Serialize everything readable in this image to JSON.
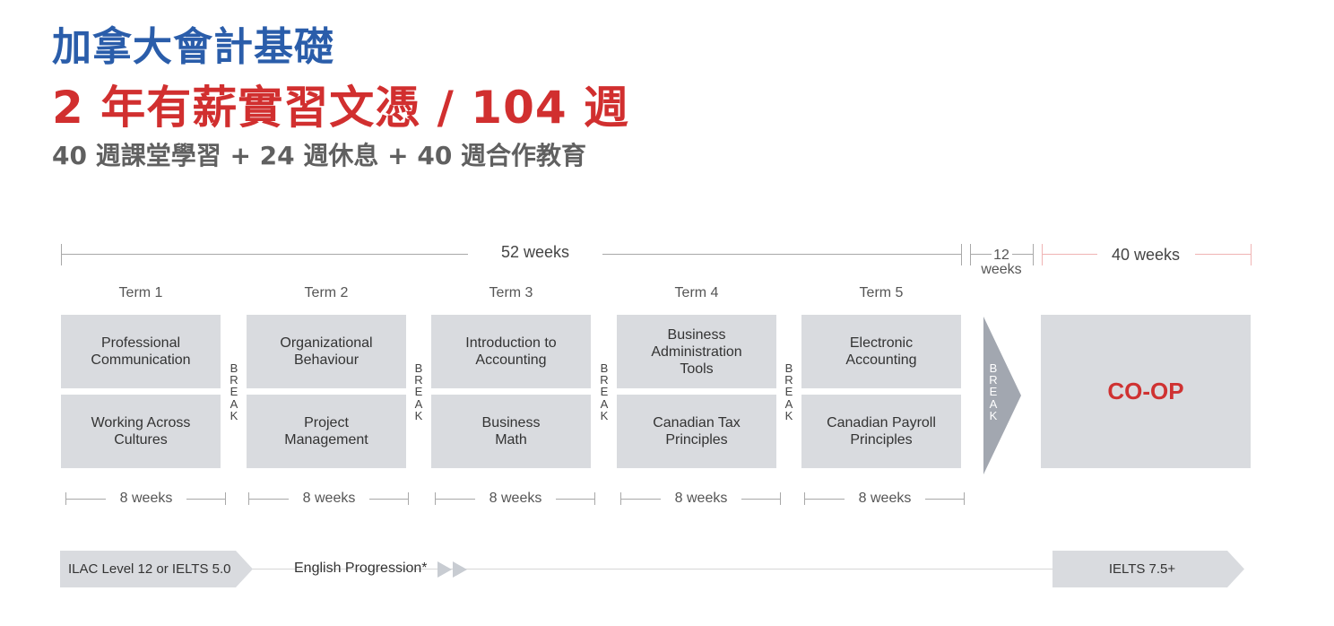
{
  "header": {
    "title": "加拿大會計基礎",
    "subtitle": "2 年有薪實習文憑 / 104 週",
    "description": "40 週課堂學習 + 24 週休息 + 40 週合作教育"
  },
  "timeline": {
    "study_span": "52 weeks",
    "break_span_num": "12",
    "break_span_unit": "weeks",
    "coop_span": "40 weeks"
  },
  "terms": [
    {
      "label": "Term 1",
      "course_top": "Professional\nCommunication",
      "course_bottom": "Working Across\nCultures",
      "duration": "8 weeks"
    },
    {
      "label": "Term 2",
      "course_top": "Organizational\nBehaviour",
      "course_bottom": "Project\nManagement",
      "duration": "8 weeks"
    },
    {
      "label": "Term 3",
      "course_top": "Introduction to\nAccounting",
      "course_bottom": "Business\nMath",
      "duration": "8 weeks"
    },
    {
      "label": "Term 4",
      "course_top": "Business\nAdministration\nTools",
      "course_bottom": "Canadian Tax\nPrinciples",
      "duration": "8 weeks"
    },
    {
      "label": "Term 5",
      "course_top": "Electronic\nAccounting",
      "course_bottom": "Canadian Payroll\nPrinciples",
      "duration": "8 weeks"
    }
  ],
  "break_label": "B\nR\nE\nA\nK",
  "coop_label": "CO-OP",
  "english": {
    "entry": "ILAC Level 12 or IELTS 5.0",
    "progression": "English Progression*",
    "exit": "IELTS 7.5+"
  },
  "colors": {
    "title_blue": "#2a5daa",
    "title_red": "#d12f2f",
    "box_gray": "#d9dbdf",
    "break_arrow": "#a2a7b0",
    "coop_red": "#cf3232"
  }
}
